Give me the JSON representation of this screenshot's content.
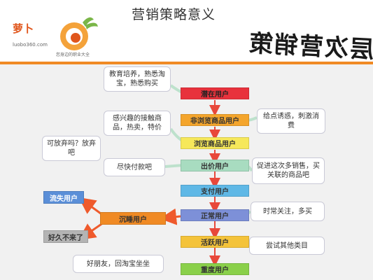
{
  "page_title": "营销策略意义",
  "logo": {
    "name": "萝卜",
    "url": "luobo360.com",
    "tagline": "您身边的职业大全"
  },
  "banner_title": "层次营销策划",
  "stages": [
    "潜在用户",
    "非浏览商品用户",
    "浏览商品用户",
    "出价用户",
    "支付用户",
    "正常用户",
    "活跃用户",
    "重度用户"
  ],
  "notes": {
    "n1": "教育培养，熟悉淘宝，熟悉购买",
    "n2": "给点诱惑，刺激消费",
    "n3": "感兴趣的接触商品，热卖，特价",
    "n4": "促进这次多销售，买关联的商品吧",
    "n5": "可放弃吗？放弃吧",
    "n6": "尽快付款吧",
    "n7": "时常关注，多买",
    "n8": "尝试其他类目",
    "n9": "好朋友，回淘宝坐坐"
  },
  "side_boxes": {
    "churned": "流失用户",
    "sleeping": "沉睡用户",
    "gone": "好久不来了"
  },
  "colors": {
    "accent": "#f08a24",
    "arrow": "#e8483a",
    "background": "#f1f1f1"
  }
}
